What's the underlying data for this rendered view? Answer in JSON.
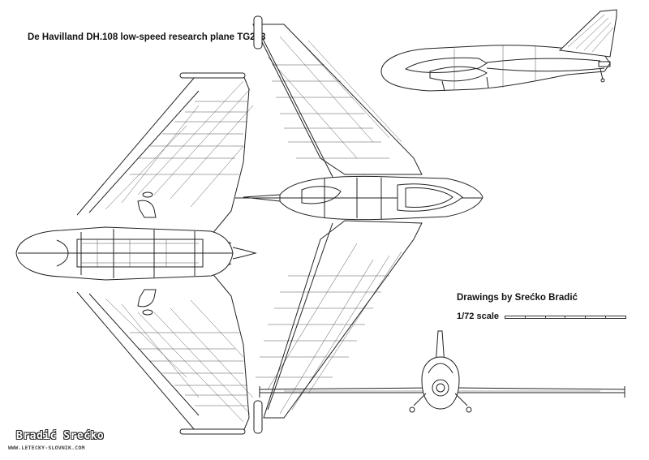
{
  "title": "De Havilland DH.108 low-speed research plane TG283",
  "credit": "Drawings by Srećko Bradić",
  "scale": "1/72 scale",
  "logo": {
    "name": "Bradić Srećko",
    "url": "WWW.LETECKY-SLOVNIK.COM"
  },
  "colors": {
    "line": "#222222",
    "background": "#ffffff"
  }
}
